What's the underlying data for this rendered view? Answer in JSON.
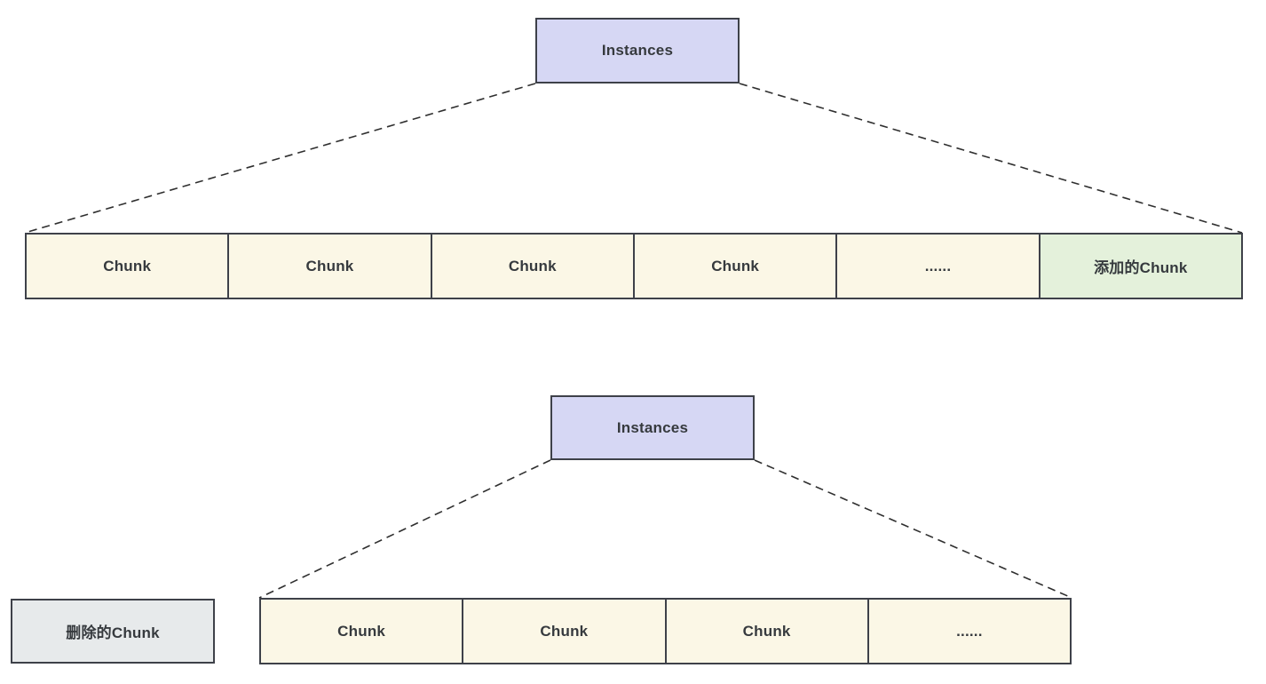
{
  "top_section": {
    "instances_label": "Instances",
    "cells": [
      "Chunk",
      "Chunk",
      "Chunk",
      "Chunk",
      "......",
      "添加的Chunk"
    ]
  },
  "bottom_section": {
    "instances_label": "Instances",
    "deleted_chunk_label": "删除的Chunk",
    "cells": [
      "Chunk",
      "Chunk",
      "Chunk",
      "......"
    ]
  },
  "colors": {
    "instances_fill": "#d6d7f4",
    "chunk_fill": "#fbf7e6",
    "added_chunk_fill": "#e4f1db",
    "deleted_chunk_fill": "#e7eaeb",
    "box_border": "#3e4149",
    "connector": "#2f2f2f",
    "text": "#363a3e",
    "background": "#ffffff"
  }
}
